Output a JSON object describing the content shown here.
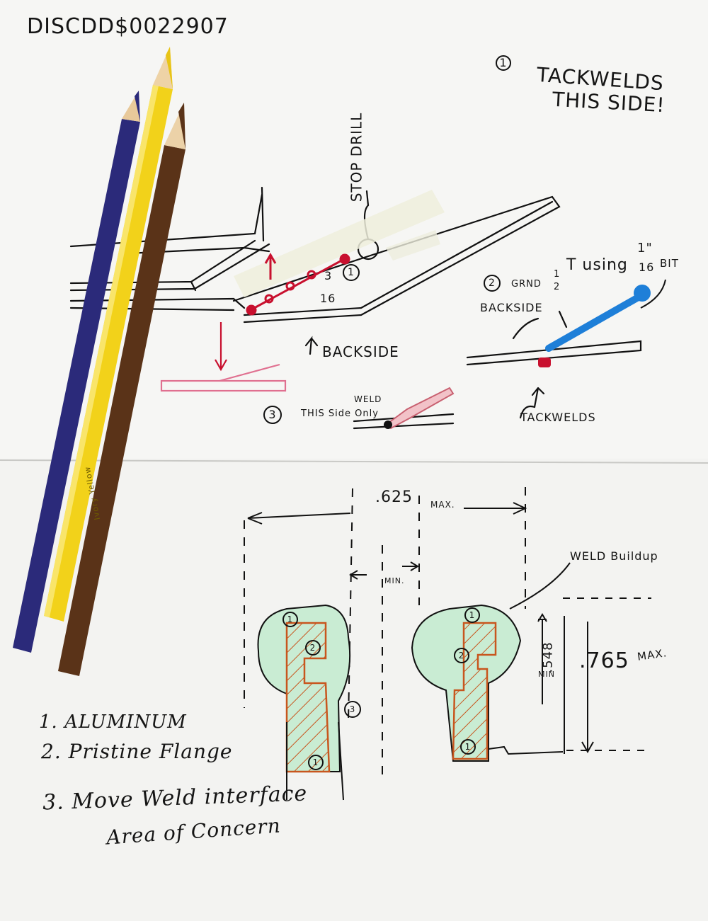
{
  "top_sheet": {
    "header_code": "DISCDD$0022907",
    "note_1": {
      "num": "1",
      "line1": "TACKWELDS",
      "line2": "THIS SIDE!"
    },
    "stop_drill": "STOP DRILL",
    "fraction_num": "3",
    "fraction_den": "16",
    "callout_1": "1",
    "backside_main": "BACKSIDE",
    "note_2": {
      "num": "2",
      "grind": "GRND",
      "half_num": "1",
      "half_den": "2",
      "t_using": "T using",
      "bit_num": "1\"",
      "bit_den": "16",
      "bit": "BIT"
    },
    "backside_right": "BACKSIDE",
    "tackwelds": "TACKWELDS",
    "note_3": {
      "num": "3",
      "weld": "WELD",
      "text": "THIS Side Only"
    }
  },
  "bottom_sheet": {
    "dim_625": ".625",
    "max_label_1": "MAX.",
    "min_label_1": "MIN.",
    "weld_buildup": "WELD Buildup",
    "dim_548": ".548",
    "min_label_2": "MIN",
    "dim_765": ".765",
    "max_label_2": "MAX.",
    "callouts": [
      "1",
      "2",
      "3",
      "1",
      "1",
      "2",
      "1"
    ],
    "legend": [
      "1. ALUMINUM",
      "2. Pristine Flange",
      "3. Move Weld interface",
      "Area of Concern"
    ]
  },
  "pencils": [
    {
      "color": "#2b2a7a",
      "name": "blue"
    },
    {
      "color": "#f2d21a",
      "name": "yellow",
      "imprint": "Ivory Yellow"
    },
    {
      "color": "#5a3318",
      "name": "brown"
    }
  ],
  "ink_colors": {
    "red": "#c8102e",
    "blue": "#1e7fd8",
    "green": "#6fcf8f",
    "orange": "#c8561e"
  }
}
